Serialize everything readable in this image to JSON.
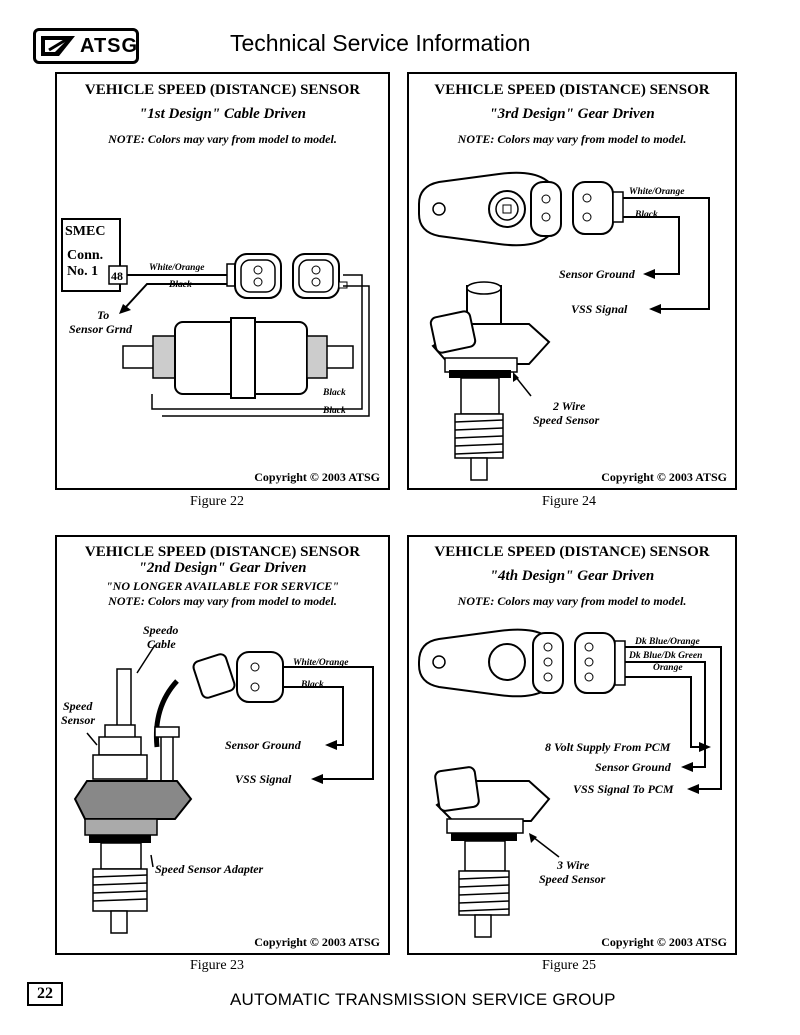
{
  "header": {
    "logo_text": "ATSG",
    "title": "Technical Service Information"
  },
  "panels": {
    "p1": {
      "title": "VEHICLE SPEED (DISTANCE) SENSOR",
      "subtitle": "\"1st Design\" Cable Driven",
      "note": "NOTE: Colors may vary from model to model.",
      "copyright": "Copyright © 2003 ATSG",
      "labels": {
        "smec": "SMEC",
        "conn": "Conn.",
        "no1": "No. 1",
        "pin": "48",
        "white_orange": "White/Orange",
        "black": "Black",
        "to": "To",
        "sensor_grnd": "Sensor Grnd",
        "black2": "Black",
        "black3": "Black"
      }
    },
    "p2": {
      "title": "VEHICLE SPEED (DISTANCE) SENSOR",
      "subtitle": "\"3rd Design\" Gear Driven",
      "note": "NOTE: Colors may vary from model to model.",
      "copyright": "Copyright © 2003 ATSG",
      "labels": {
        "white_orange": "White/Orange",
        "black": "Black",
        "sensor_ground": "Sensor Ground",
        "vss_signal": "VSS Signal",
        "two_wire": "2 Wire",
        "speed_sensor": "Speed Sensor"
      }
    },
    "p3": {
      "title": "VEHICLE SPEED (DISTANCE) SENSOR",
      "subtitle": "\"2nd Design\" Gear Driven",
      "note_service": "\"NO LONGER AVAILABLE FOR SERVICE\"",
      "note": "NOTE: Colors may vary from model to model.",
      "copyright": "Copyright © 2003 ATSG",
      "labels": {
        "speedo": "Speedo",
        "cable": "Cable",
        "speed": "Speed",
        "sensor": "Sensor",
        "white_orange": "White/Orange",
        "black": "Black",
        "sensor_ground": "Sensor Ground",
        "vss_signal": "VSS Signal",
        "adapter": "Speed Sensor Adapter"
      }
    },
    "p4": {
      "title": "VEHICLE SPEED (DISTANCE) SENSOR",
      "subtitle": "\"4th Design\" Gear Driven",
      "note": "NOTE: Colors may vary from model to model.",
      "copyright": "Copyright © 2003 ATSG",
      "labels": {
        "dk_blue_orange": "Dk Blue/Orange",
        "dk_blue_green": "Dk Blue/Dk Green",
        "orange": "Orange",
        "supply": "8 Volt Supply From PCM",
        "sensor_ground": "Sensor Ground",
        "vss_to_pcm": "VSS Signal To PCM",
        "three_wire": "3 Wire",
        "speed_sensor": "Speed Sensor"
      }
    }
  },
  "figures": {
    "f22": "Figure 22",
    "f24": "Figure 24",
    "f23": "Figure 23",
    "f25": "Figure 25"
  },
  "footer": {
    "page_number": "22",
    "text": "AUTOMATIC TRANSMISSION SERVICE GROUP"
  }
}
